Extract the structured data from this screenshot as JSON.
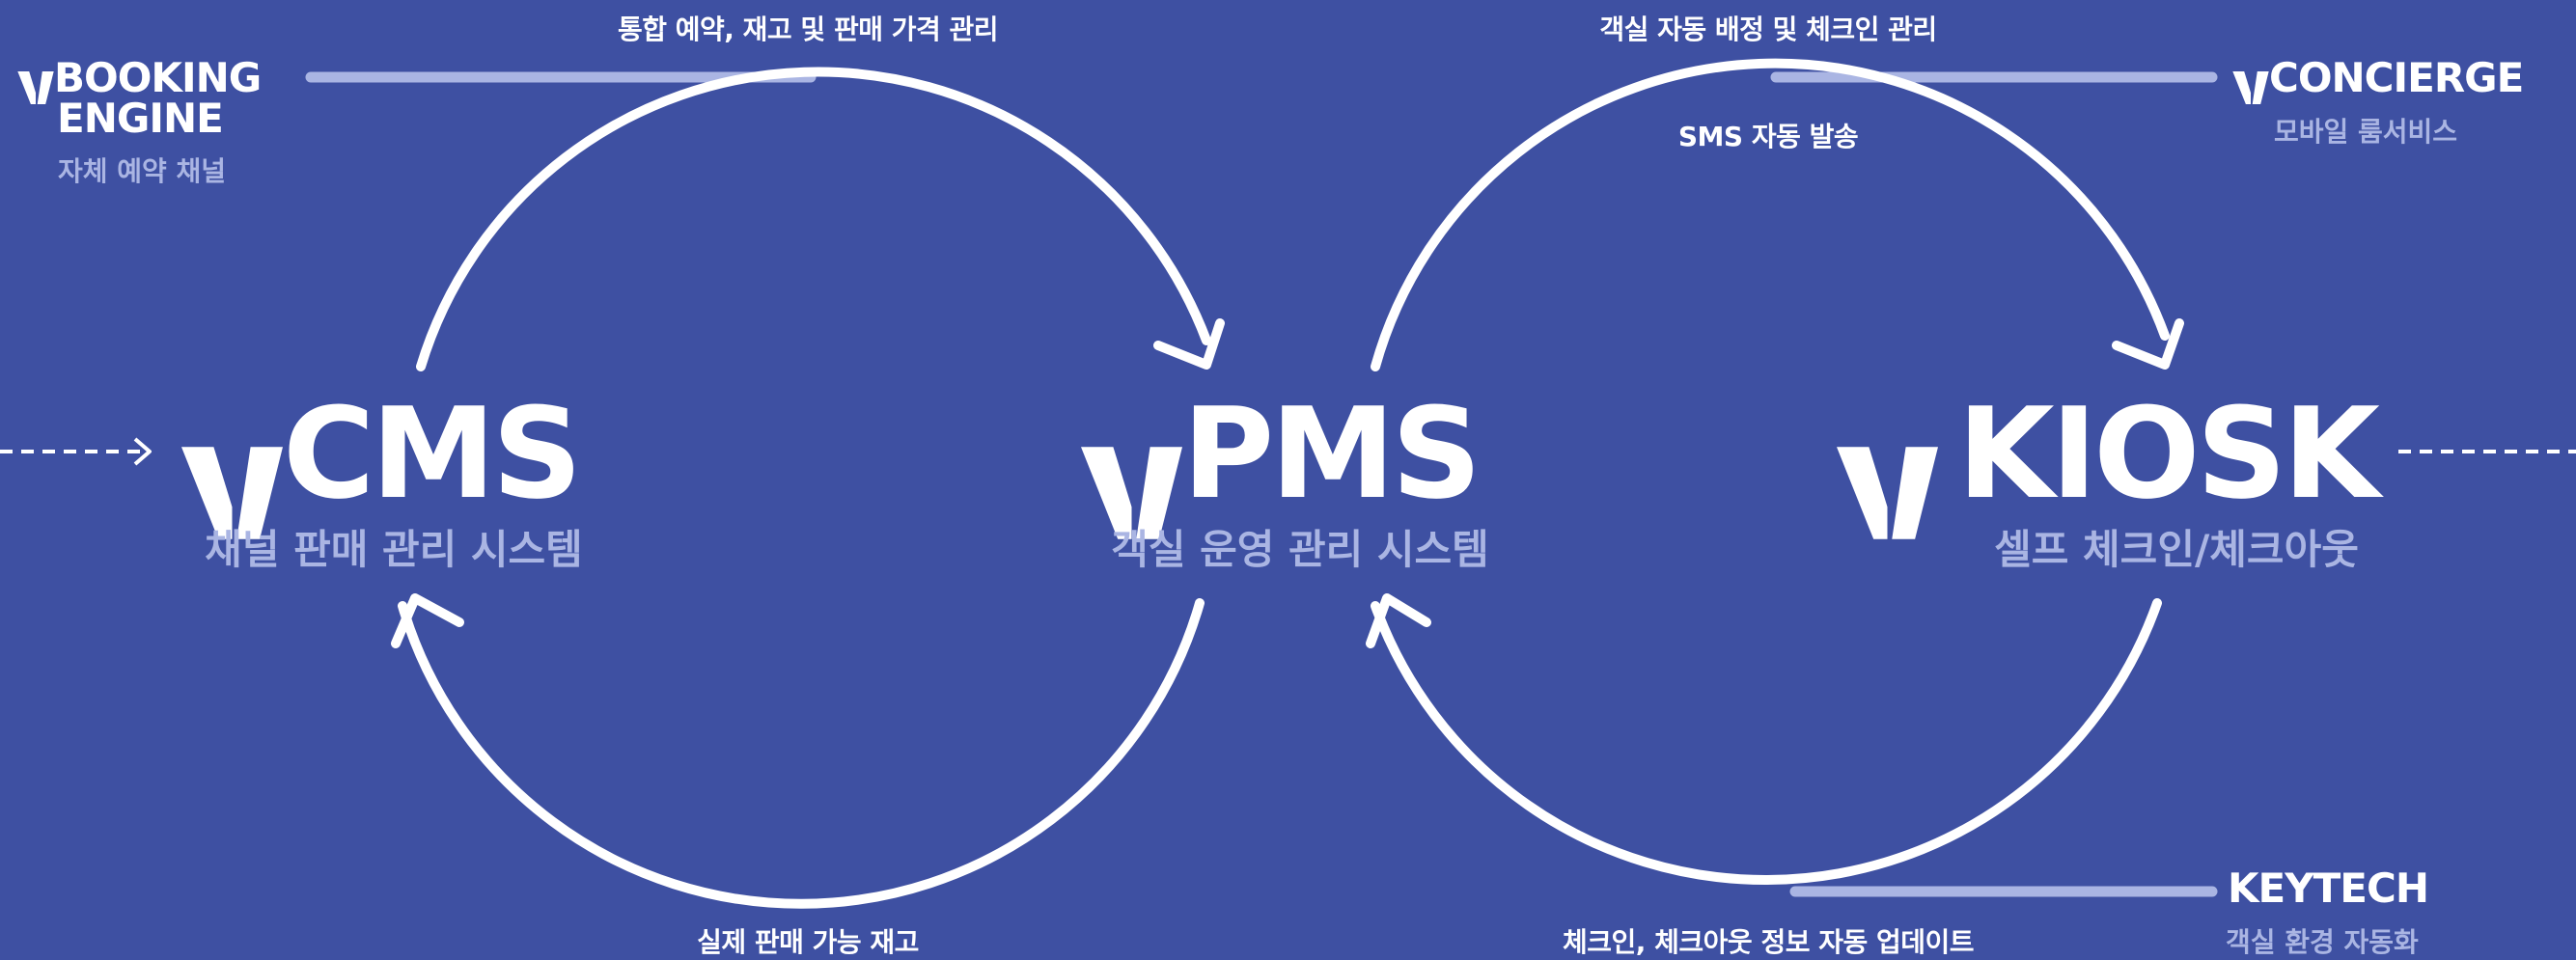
{
  "colors": {
    "background": "#3e50a2",
    "foreground": "#ffffff",
    "subtitle": "#aab5e3",
    "connector": "#aab5e3"
  },
  "icons": {
    "brand_mark": "v-logo-icon"
  },
  "systems": {
    "cms": {
      "name": "CMS",
      "subtitle": "채널 판매 관리 시스템"
    },
    "pms": {
      "name": "PMS",
      "subtitle": "객실 운영 관리 시스템"
    },
    "kiosk": {
      "name": "KIOSK",
      "subtitle": "셀프 체크인/체크아웃"
    }
  },
  "addons": {
    "booking_engine": {
      "name_line1": "BOOKING",
      "name_line2": "ENGINE",
      "subtitle": "자체 예약 채널"
    },
    "concierge": {
      "name": "CONCIERGE",
      "subtitle": "모바일 룸서비스"
    },
    "keytech": {
      "name": "KEYTECH",
      "subtitle": "객실 환경 자동화"
    }
  },
  "flows": {
    "cms_to_pms": "통합 예약, 재고 및 판매 가격 관리",
    "pms_to_cms": "실제 판매 가능 재고",
    "pms_to_kiosk": "객실 자동 배정 및 체크인 관리",
    "sms": "SMS 자동 발송",
    "kiosk_to_pms": "체크인, 체크아웃 정보 자동 업데이트"
  }
}
